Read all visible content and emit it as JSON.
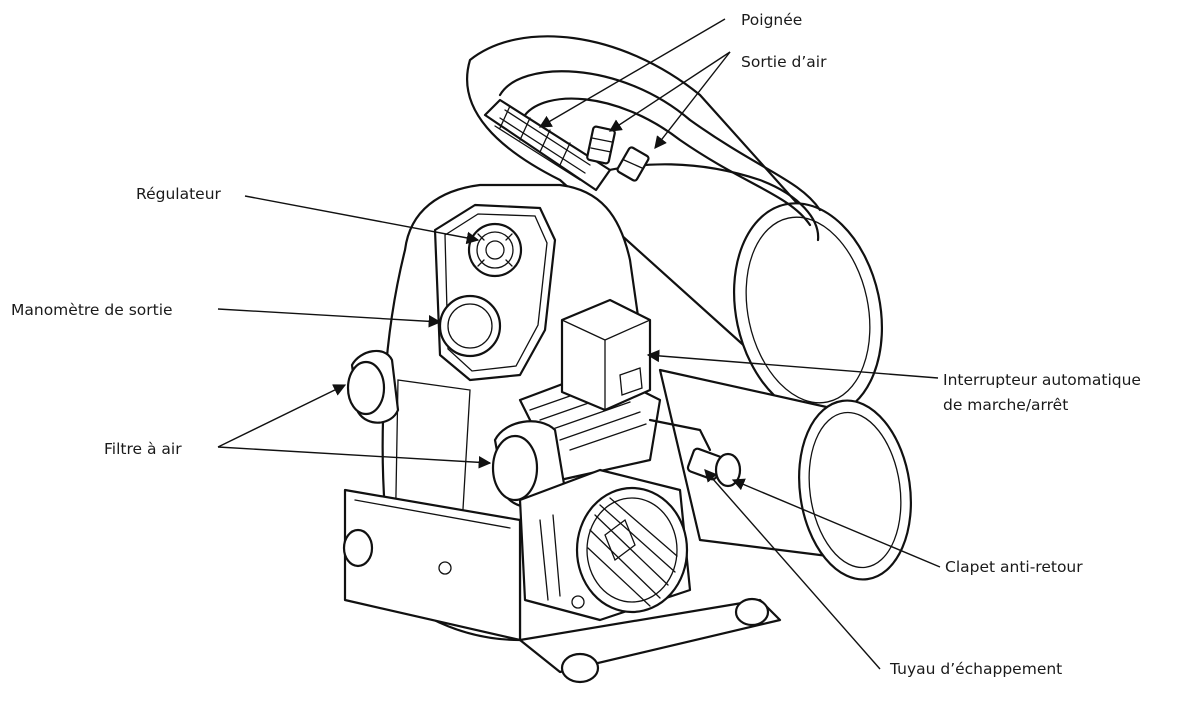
{
  "labels": {
    "poignee": "Poignée",
    "sortie_air": "Sortie d’air",
    "regulateur": "Régulateur",
    "manometre": "Manomètre de sortie",
    "filtre": "Filtre à air",
    "interrupteur_line1": "Interrupteur automatique",
    "interrupteur_line2": "de marche/arrêt",
    "clapet": "Clapet anti-retour",
    "tuyau": "Tuyau d’échappement"
  }
}
